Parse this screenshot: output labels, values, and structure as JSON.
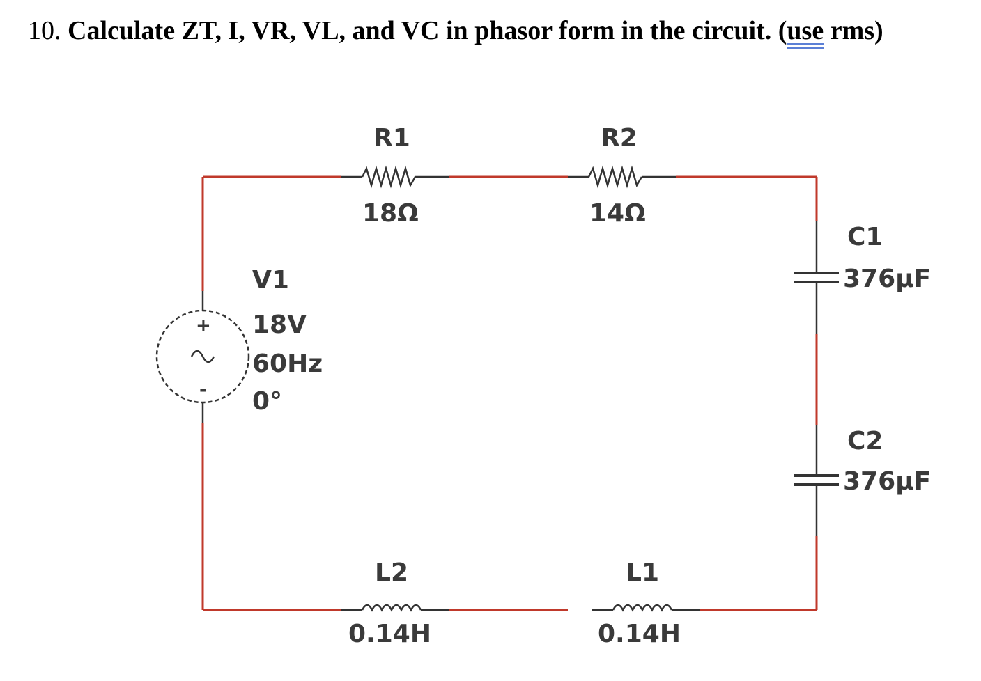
{
  "question": {
    "number": "10.",
    "text_main": "Calculate ZT, I, VR, VL, and VC in phasor form in the circuit.",
    "paren_open": "(",
    "underlined_word": "use",
    "text_tail": " rms)"
  },
  "components": {
    "v1": {
      "name": "V1",
      "voltage": "18V",
      "frequency": "60Hz",
      "phase": "0°",
      "plus_sign": "+",
      "minus_sign": "-"
    },
    "r1": {
      "name": "R1",
      "value": "18Ω"
    },
    "r2": {
      "name": "R2",
      "value": "14Ω"
    },
    "c1": {
      "name": "C1",
      "value": "376µF"
    },
    "c2": {
      "name": "C2",
      "value": "376µF"
    },
    "l2": {
      "name": "L2",
      "value": "0.14H"
    },
    "l1": {
      "name": "L1",
      "value": "0.14H"
    }
  },
  "colors": {
    "wire": "#c0392b",
    "component": "#333333",
    "text": "#000000",
    "underline": "#5b7fd6"
  }
}
